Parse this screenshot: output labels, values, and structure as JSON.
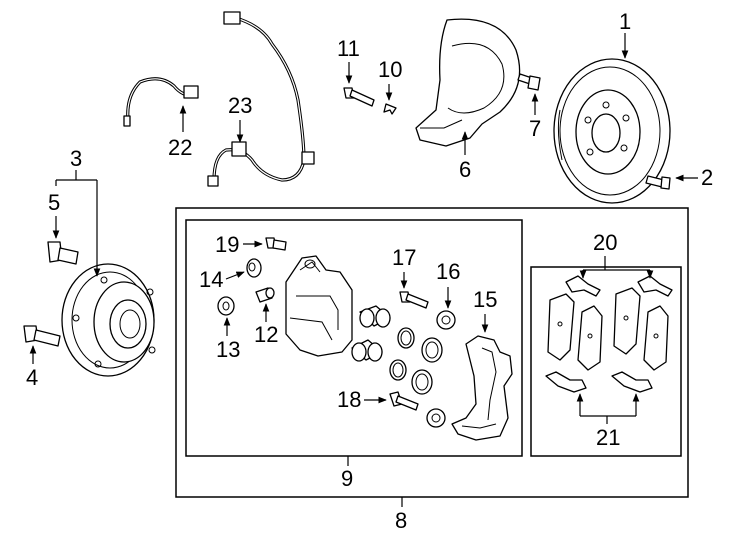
{
  "callouts": {
    "n1": "1",
    "n2": "2",
    "n3": "3",
    "n4": "4",
    "n5": "5",
    "n6": "6",
    "n7": "7",
    "n8": "8",
    "n9": "9",
    "n10": "10",
    "n11": "11",
    "n12": "12",
    "n13": "13",
    "n14": "14",
    "n15": "15",
    "n16": "16",
    "n17": "17",
    "n18": "18",
    "n19": "19",
    "n20": "20",
    "n21": "21",
    "n22": "22",
    "n23": "23"
  },
  "colors": {
    "line": "#000000",
    "background": "#ffffff"
  }
}
